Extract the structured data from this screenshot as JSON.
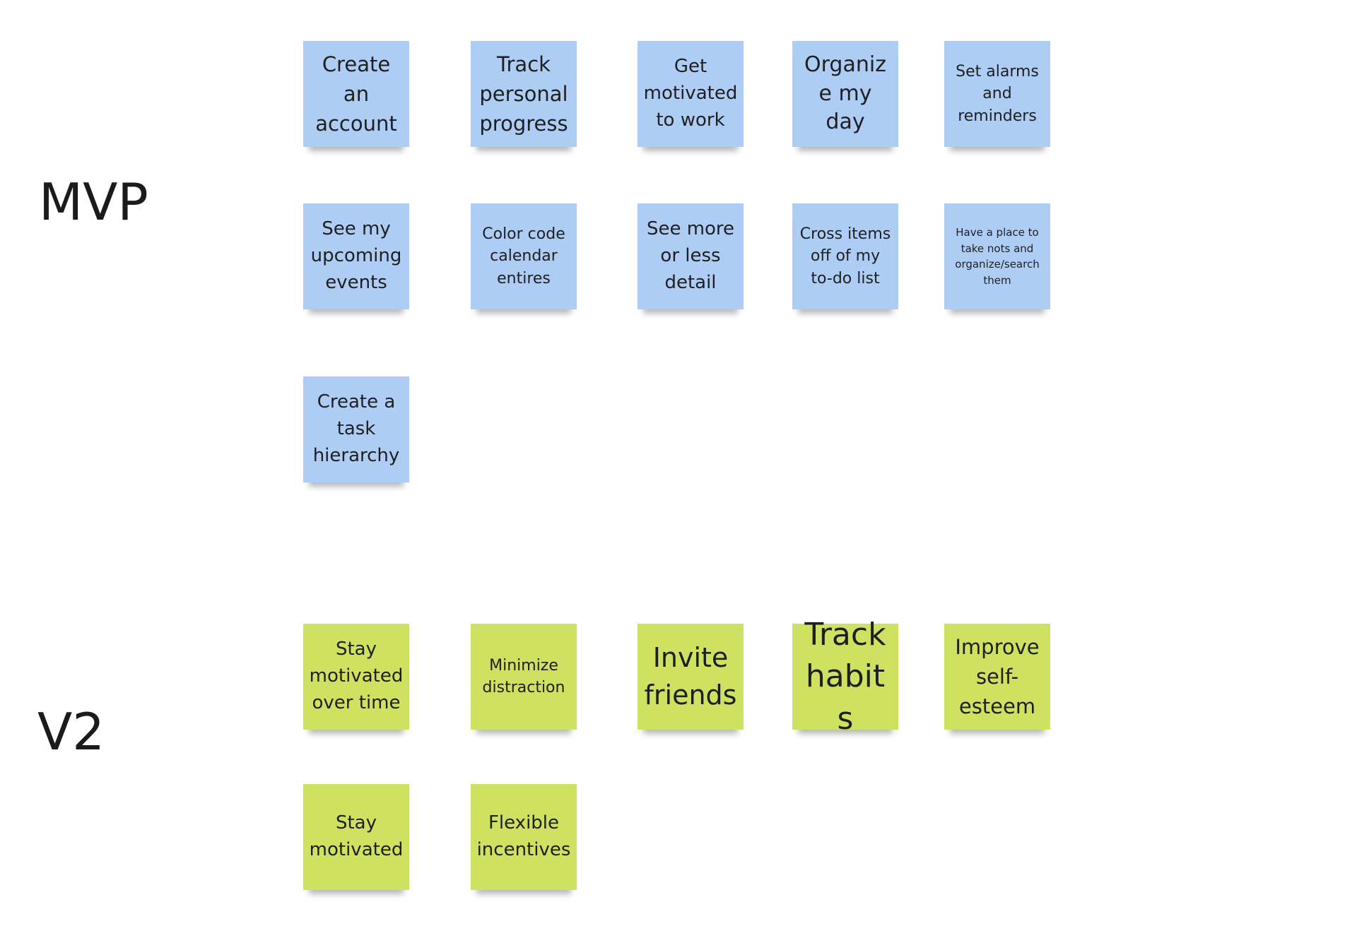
{
  "groups": {
    "mvp": {
      "label": "MVP",
      "color": "#aecdf5"
    },
    "v2": {
      "label": "V2",
      "color": "#cfe160"
    }
  },
  "mvp_notes": [
    {
      "text": "Create an account"
    },
    {
      "text": "Track personal progress"
    },
    {
      "text": "Get motivated to work"
    },
    {
      "text": "Organize my day"
    },
    {
      "text": "Set alarms and reminders"
    },
    {
      "text": "See my upcoming events"
    },
    {
      "text": "Color code calendar entires"
    },
    {
      "text": "See more or less detail"
    },
    {
      "text": "Cross items off of my to-do list"
    },
    {
      "text": "Have a place to take nots and organize/search them"
    },
    {
      "text": "Create a task hierarchy"
    }
  ],
  "v2_notes": [
    {
      "text": "Stay motivated over time"
    },
    {
      "text": "Minimize distraction"
    },
    {
      "text": "Invite friends"
    },
    {
      "text": "Track habits"
    },
    {
      "text": "Improve self-esteem"
    },
    {
      "text": "Stay motivated"
    },
    {
      "text": "Flexible incentives"
    }
  ]
}
